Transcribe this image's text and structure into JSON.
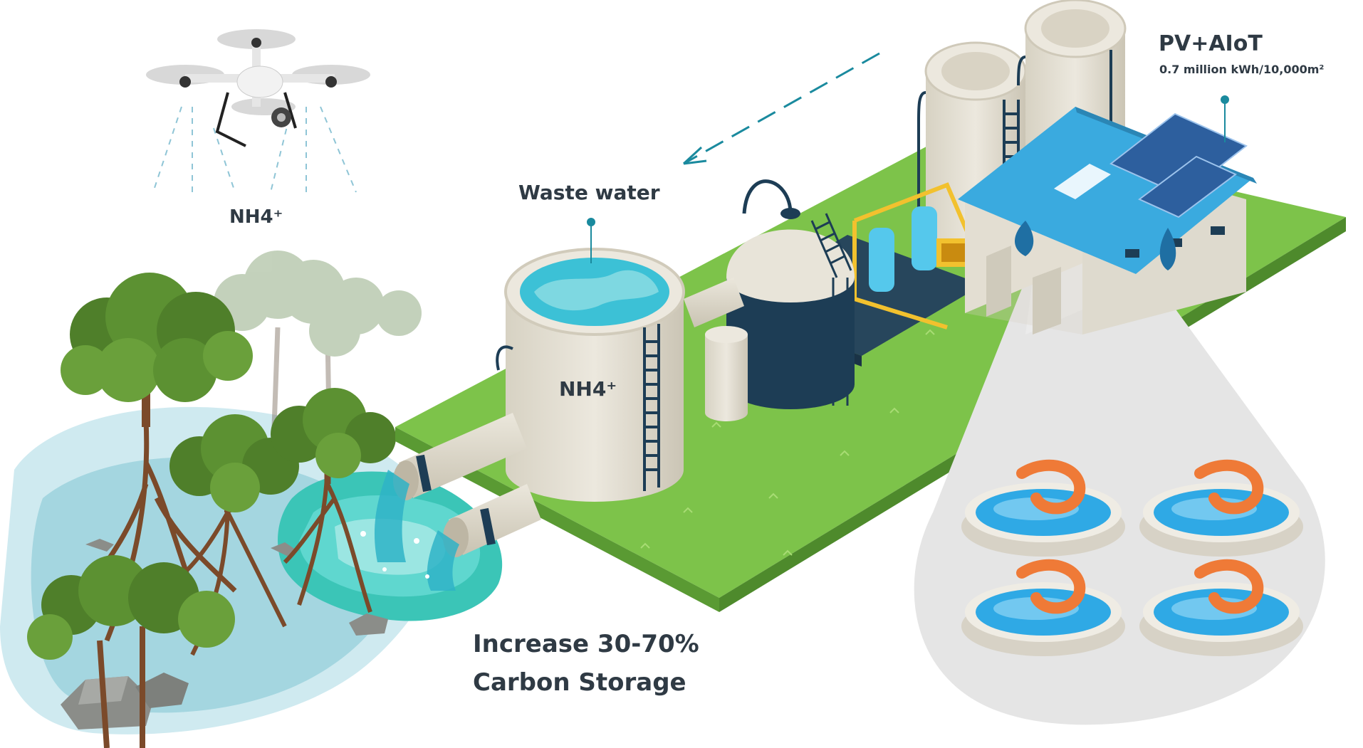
{
  "labels": {
    "waste_water": "Waste water",
    "nh4_drone": "NH4⁺",
    "nh4_tank": "NH4⁺",
    "pv_title": "PV+AIoT",
    "pv_subtitle": "0.7 million kWh/10,000m²",
    "carbon_line1": "Increase 30-70%",
    "carbon_line2": "Carbon Storage"
  },
  "colors": {
    "grass": "#7dc34a",
    "grass_edge": "#5a9a33",
    "water": "#3cc1d6",
    "water_light": "#8fdde4",
    "tank": "#e6e2d6",
    "tank_shade": "#cfc9b9",
    "dark_teal": "#1d3d55",
    "roof": "#3aaadf",
    "solar": "#2d5f9e",
    "pipe_yellow": "#f2c12e",
    "shrimp": "#ef7a37",
    "text": "#2f3a44",
    "accent_pin": "#1a8a9e"
  }
}
